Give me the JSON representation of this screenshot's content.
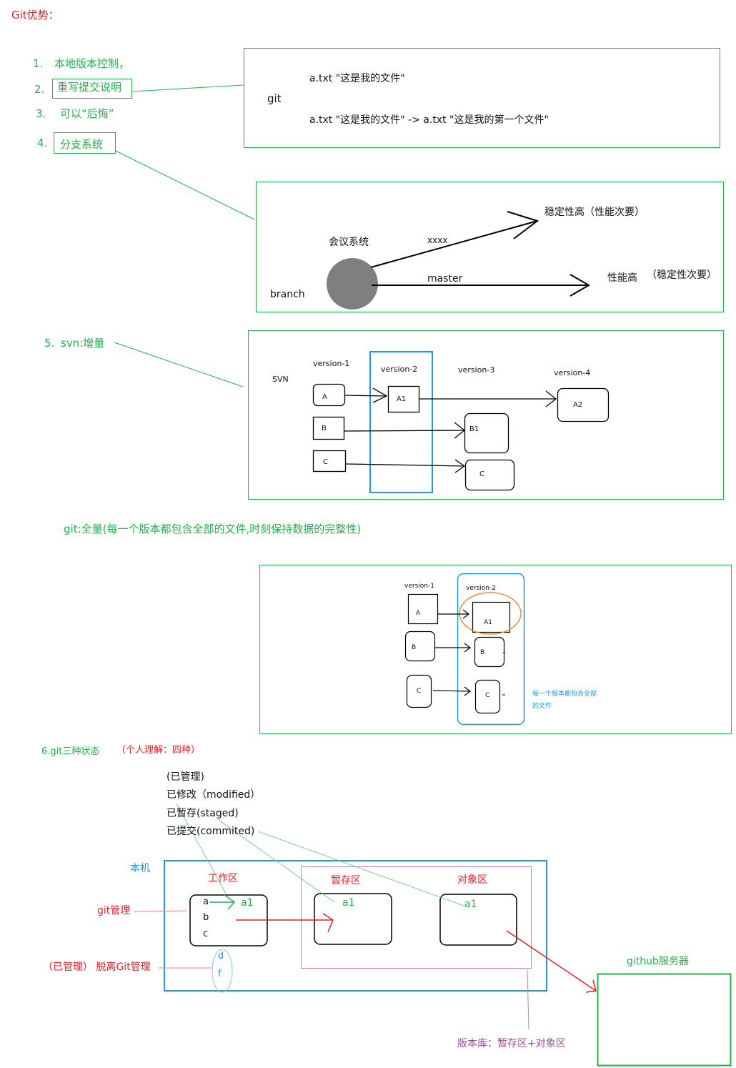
{
  "title": "Git优势：",
  "advantages": {
    "items": [
      {
        "num": "1.",
        "label": "本地版本控制，"
      },
      {
        "num": "2.",
        "label": "重写提交说明"
      },
      {
        "num": "3.",
        "label": "可以“后悔”"
      },
      {
        "num": "4.",
        "label": "分支系统"
      }
    ]
  },
  "rewrite_box": {
    "git_label": "git",
    "line1": "a.txt  \"这是我的文件\"",
    "line2": "a.txt  \"这是我的文件\"  -> a.txt  \"这是我的第一个文件\""
  },
  "branch_box": {
    "branch_label": "branch",
    "node_label": "会议系统",
    "xxxx_label": "xxxx",
    "master_label": "master",
    "upper_target": "稳定性高（性能次要）",
    "lower_target_a": "性能高",
    "lower_target_b": "（稳定性次要）"
  },
  "svn_section": {
    "heading_num": "5.",
    "heading": "svn:增量",
    "diagram": {
      "label": "SVN",
      "versions": [
        "version-1",
        "version-2",
        "version-3",
        "version-4"
      ],
      "files_v1": [
        "A",
        "B",
        "C"
      ],
      "file_a1": "A1",
      "file_a2": "A2",
      "file_b1": "B1",
      "file_c_v3": "C"
    }
  },
  "git_full": {
    "heading": "git:全量(每一个版本都包含全部的文件,时刻保持数据的完整性)",
    "diagram": {
      "versions": [
        "version-1",
        "version-2"
      ],
      "files_v1": [
        "A",
        "B",
        "C"
      ],
      "files_v2": [
        "A1",
        "B",
        "C"
      ],
      "note_line1": "每一个版本都包含全部",
      "note_line2": "的文件"
    }
  },
  "states_section": {
    "heading": "6.git三种状态",
    "note": "（个人理解：四种）",
    "states": [
      "(已管理)",
      "已修改（modified）",
      "已暂存(staged)",
      "已提交(commited)"
    ],
    "local_label": "本机",
    "workspace_label": "工作区",
    "staging_label": "暂存区",
    "object_label": "对象区",
    "workspace_files": [
      "a",
      "b",
      "c"
    ],
    "a1_label": "a1",
    "untracked_files": [
      "d",
      "f"
    ],
    "git_managed_label": "git管理",
    "detached_label": "（已管理）  脱离Git管理",
    "repo_label": "版本库：暂存区+对象区",
    "github_label": "github服务器"
  },
  "colors": {
    "green": "#22b14c",
    "red": "#ed1c24",
    "blue": "#1a9be0",
    "purple": "#a349a4",
    "orange": "#f08a3c",
    "node_gray": "#7f7f7f"
  }
}
